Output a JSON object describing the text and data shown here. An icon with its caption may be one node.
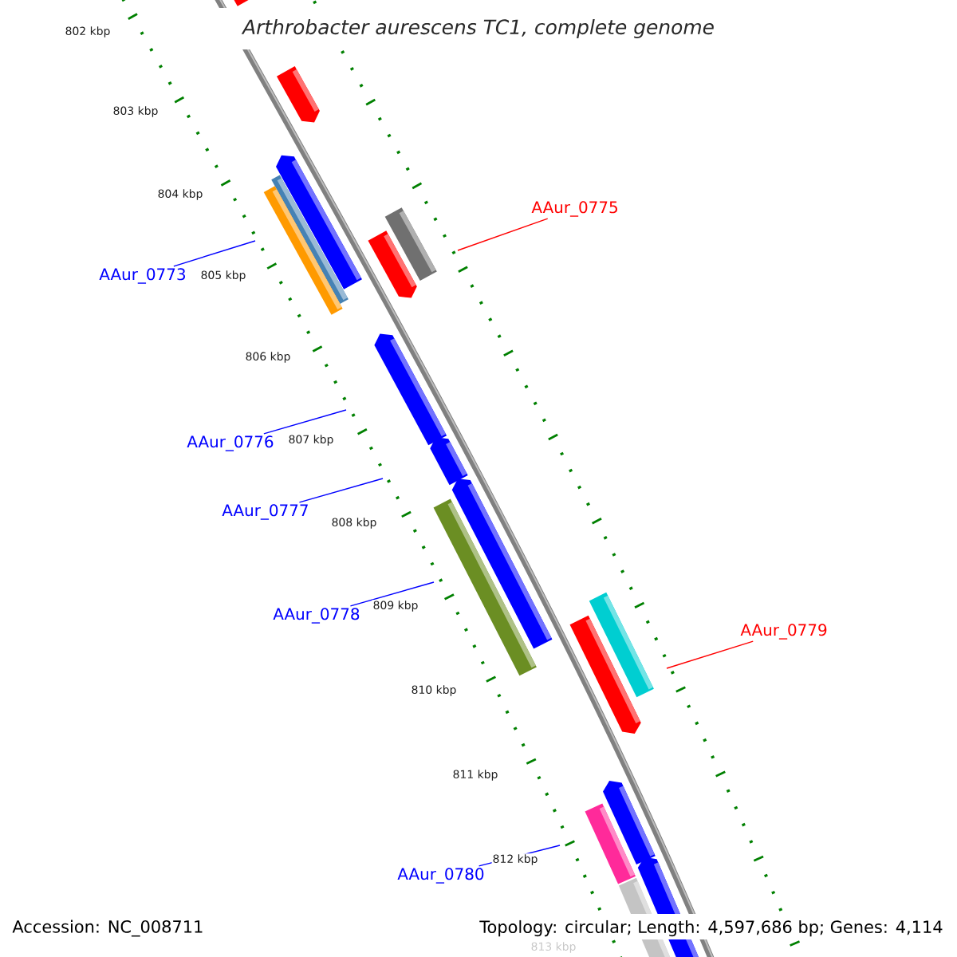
{
  "diagram": {
    "title": "Arthrobacter aurescens TC1, complete genome",
    "nodes": [
      {
        "text": [
          "AAur_0775"
        ]
      },
      {
        "text": [
          "AAur_0773"
        ]
      },
      {
        "text": [
          "AAur_0776"
        ]
      },
      {
        "text": [
          "AAur_0777"
        ]
      },
      {
        "text": [
          "AAur_0778"
        ]
      },
      {
        "text": [
          "AAur_0779"
        ]
      },
      {
        "text": [
          "AAur_0780"
        ]
      }
    ],
    "edges": [
      {
        "from": 0,
        "to": null,
        "arrow": "none",
        "color": "#ff0000"
      },
      {
        "from": 1,
        "to": null,
        "arrow": "none"
      },
      {
        "from": 2,
        "to": null,
        "arrow": "none"
      },
      {
        "from": 3,
        "to": null,
        "arrow": "none"
      },
      {
        "from": 4,
        "to": null,
        "arrow": "none"
      },
      {
        "from": 5,
        "to": null,
        "arrow": "none",
        "color": "#ff0000"
      },
      {
        "from": 6,
        "to": null,
        "arrow": "none"
      }
    ],
    "labels": [
      "802 kbp",
      "803 kbp",
      "804 kbp",
      "805 kbp",
      "806 kbp",
      "807 kbp",
      "808 kbp",
      "809 kbp",
      "810 kbp",
      "811 kbp",
      "812 kbp",
      "813 kbp",
      "Accession: NC_008711",
      "Topology: circular; Length: 4,597,686 bp; Genes: 4,114"
    ]
  }
}
